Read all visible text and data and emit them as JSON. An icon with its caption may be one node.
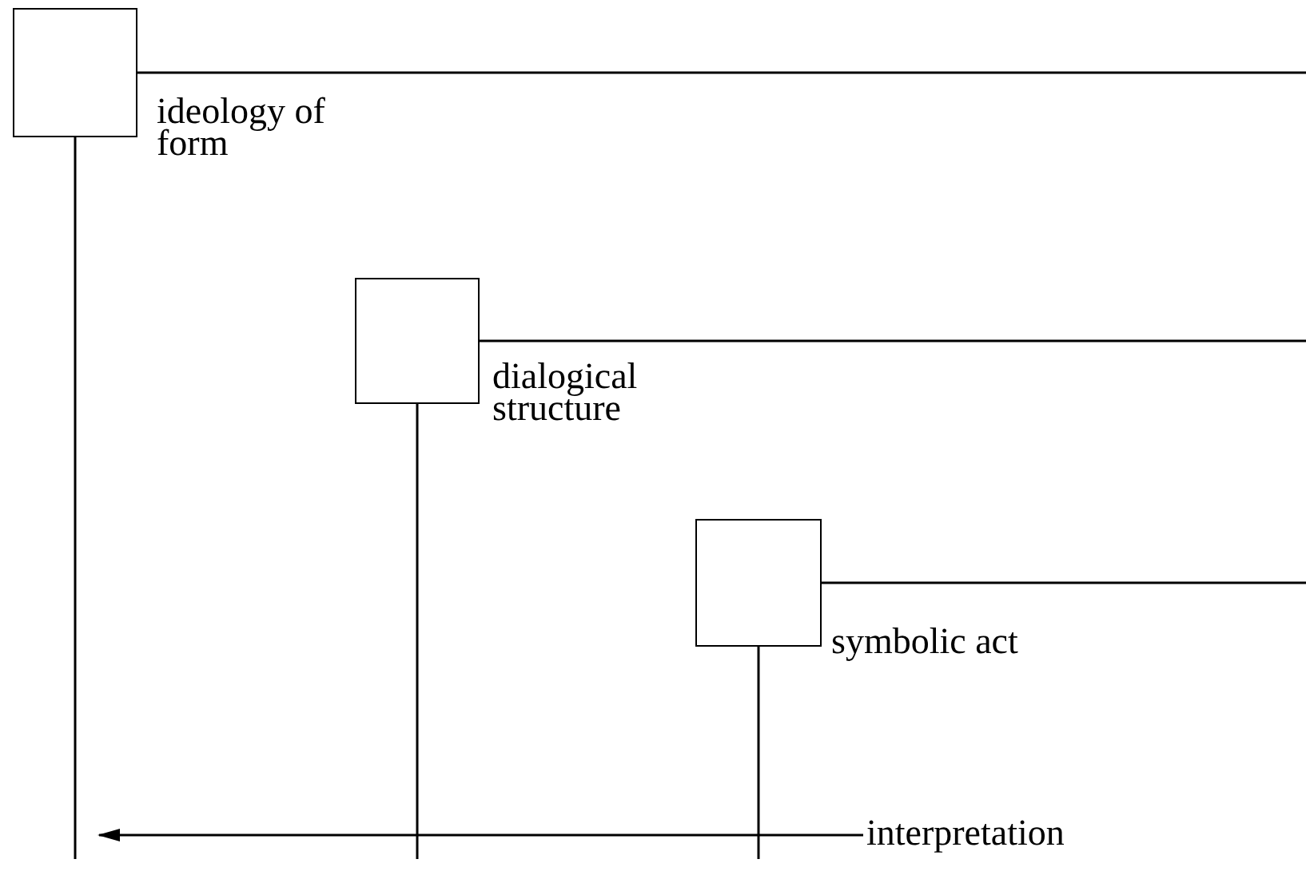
{
  "diagram": {
    "nodes": [
      {
        "text": [
          "ideology of form"
        ]
      },
      {
        "text": [
          "dialogical structure"
        ]
      },
      {
        "text": [
          "symbolic act"
        ]
      },
      {
        "text": [
          "interpretation"
        ]
      }
    ],
    "edges": [
      {
        "from": 0,
        "to": null,
        "arrow": "none"
      },
      {
        "from": 0,
        "to": null,
        "arrow": "none"
      },
      {
        "from": 1,
        "to": null,
        "arrow": "none"
      },
      {
        "from": 1,
        "to": null,
        "arrow": "none"
      },
      {
        "from": 2,
        "to": null,
        "arrow": "none"
      },
      {
        "from": 2,
        "to": null,
        "arrow": "none"
      },
      {
        "from": 3,
        "to": null,
        "arrow": "to"
      }
    ]
  }
}
